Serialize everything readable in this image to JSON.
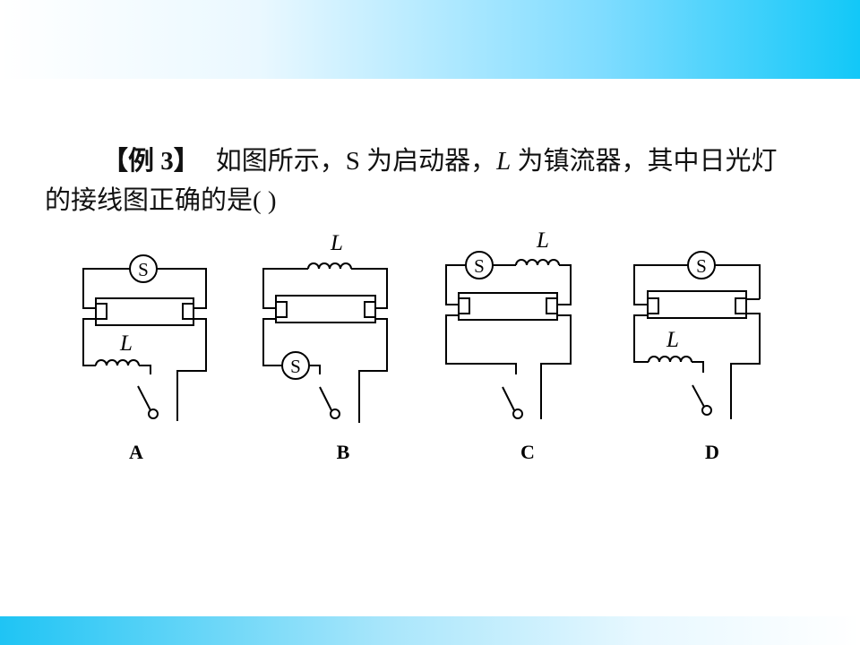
{
  "question": {
    "tag": "【例 3】",
    "text_1": "如图所示，S 为启动器，",
    "symbol_L": "L",
    "text_2": " 为镇流器，其中日光灯",
    "line2": "的接线图正确的是(        )"
  },
  "options": [
    {
      "label": "A",
      "starter": "S",
      "ballast": "L"
    },
    {
      "label": "B",
      "starter": "S",
      "ballast": "L"
    },
    {
      "label": "C",
      "starter": "S",
      "ballast": "L"
    },
    {
      "label": "D",
      "starter": "S",
      "ballast": "L"
    }
  ],
  "colors": {
    "top_band_end": "#12c8f8",
    "bottom_band_start": "#1fc4f4"
  }
}
